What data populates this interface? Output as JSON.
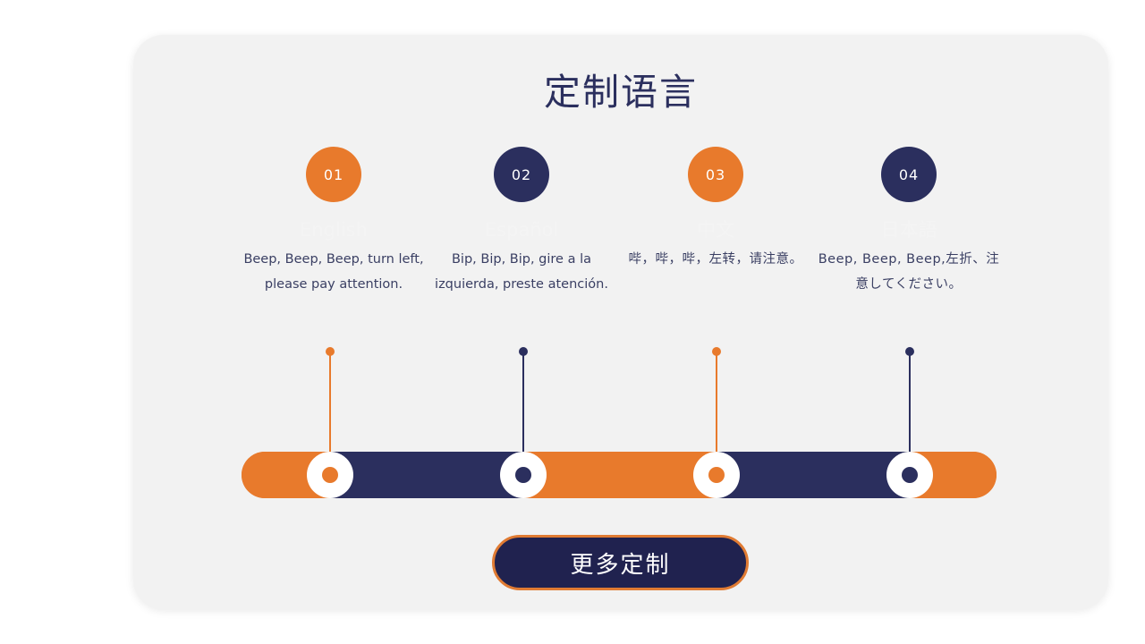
{
  "slide": {
    "title": "定制语言",
    "background_color": "#ffffff",
    "card_color": "#f2f2f2",
    "accent_orange": "#e87a2c",
    "accent_navy": "#2b2f5e"
  },
  "items": [
    {
      "number": "01",
      "language": "English",
      "phrase": "Beep, Beep, Beep, turn left, please pay attention.",
      "color": "#e87a2c",
      "color_name": "orange"
    },
    {
      "number": "02",
      "language": "Español",
      "phrase": "Bip, Bip, Bip, gire a la izquierda, preste atención.",
      "color": "#2b2f5e",
      "color_name": "navy"
    },
    {
      "number": "03",
      "language": "中文",
      "phrase": "哔，哔，哔，左转，请注意。",
      "color": "#e87a2c",
      "color_name": "orange"
    },
    {
      "number": "04",
      "language": "日本語",
      "phrase": "Beep, Beep, Beep,左折、注意してください。",
      "color": "#2b2f5e",
      "color_name": "navy"
    }
  ],
  "cta": {
    "label": "更多定制",
    "fill_color": "#20224f",
    "border_color": "#e07b33"
  }
}
